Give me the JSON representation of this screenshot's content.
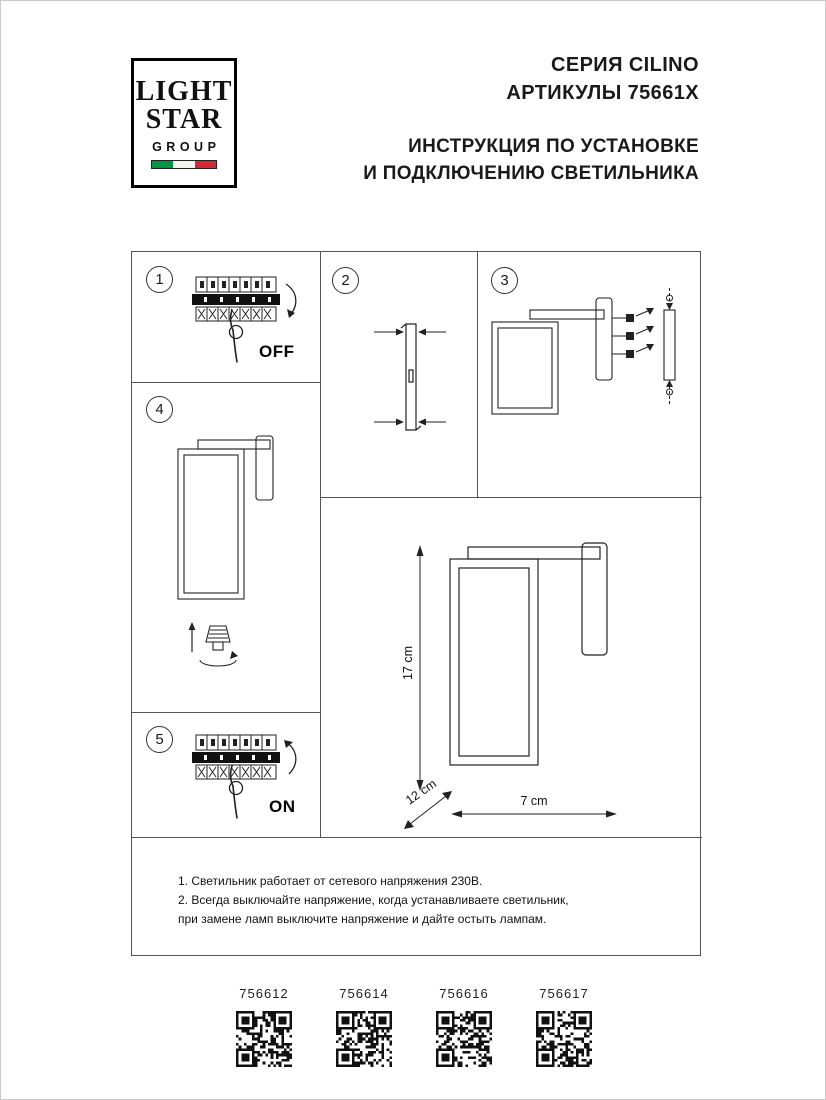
{
  "brand": {
    "logo_line1": "LIGHT",
    "logo_line2": "STAR",
    "logo_line3": "GROUP",
    "flag_colors": {
      "green": "#009246",
      "white": "#f5f5f0",
      "red": "#ce2b37"
    }
  },
  "header": {
    "series": "СЕРИЯ CILINO",
    "articles": "АРТИКУЛЫ 75661X",
    "instruction_line1": "ИНСТРУКЦИЯ ПО УСТАНОВКЕ",
    "instruction_line2": "И ПОДКЛЮЧЕНИЮ СВЕТИЛЬНИКА"
  },
  "steps": {
    "step1": {
      "number": "1",
      "switch_label": "OFF"
    },
    "step2": {
      "number": "2"
    },
    "step3": {
      "number": "3"
    },
    "step4": {
      "number": "4"
    },
    "step5": {
      "number": "5",
      "switch_label": "ON"
    }
  },
  "dimensions": {
    "height": "17 cm",
    "depth": "12 cm",
    "width": "7 cm"
  },
  "notes": {
    "line1": "1. Светильник работает от сетевого напряжения 230В.",
    "line2": "2. Всегда выключайте напряжение, когда устанавливаете светильник,",
    "line3": "при замене ламп выключите напряжение и дайте остыть лампам."
  },
  "qr_items": [
    {
      "code": "756612"
    },
    {
      "code": "756614"
    },
    {
      "code": "756616"
    },
    {
      "code": "756617"
    }
  ]
}
